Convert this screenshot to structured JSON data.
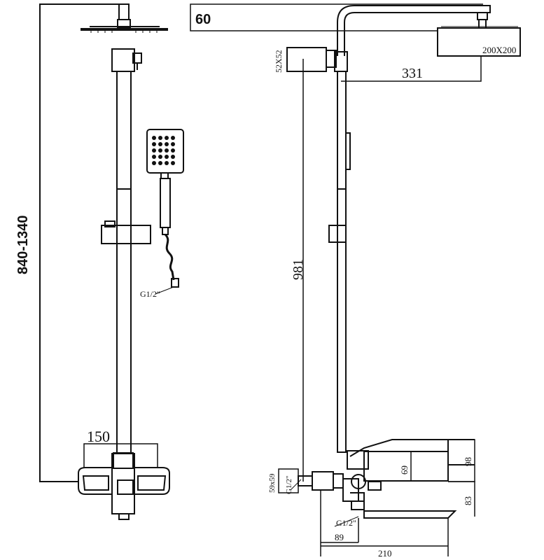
{
  "dimensions": {
    "height_range": "840-1340",
    "slide_bar_offset": "60",
    "shower_head_size": "200X200",
    "arm_length": "331",
    "shower_head_side_box": "52X52",
    "riser_length": "981",
    "mixer_centers": "150",
    "hose_connection": "G1/2\"",
    "inlet_box": "59x59",
    "inlet_thread": "G1/2\"",
    "outlet_thread": "G1/2\"",
    "spout_height": "69",
    "body_height": "98",
    "spout_drop": "83",
    "spout_length": "210",
    "outlet_offset": "89"
  }
}
